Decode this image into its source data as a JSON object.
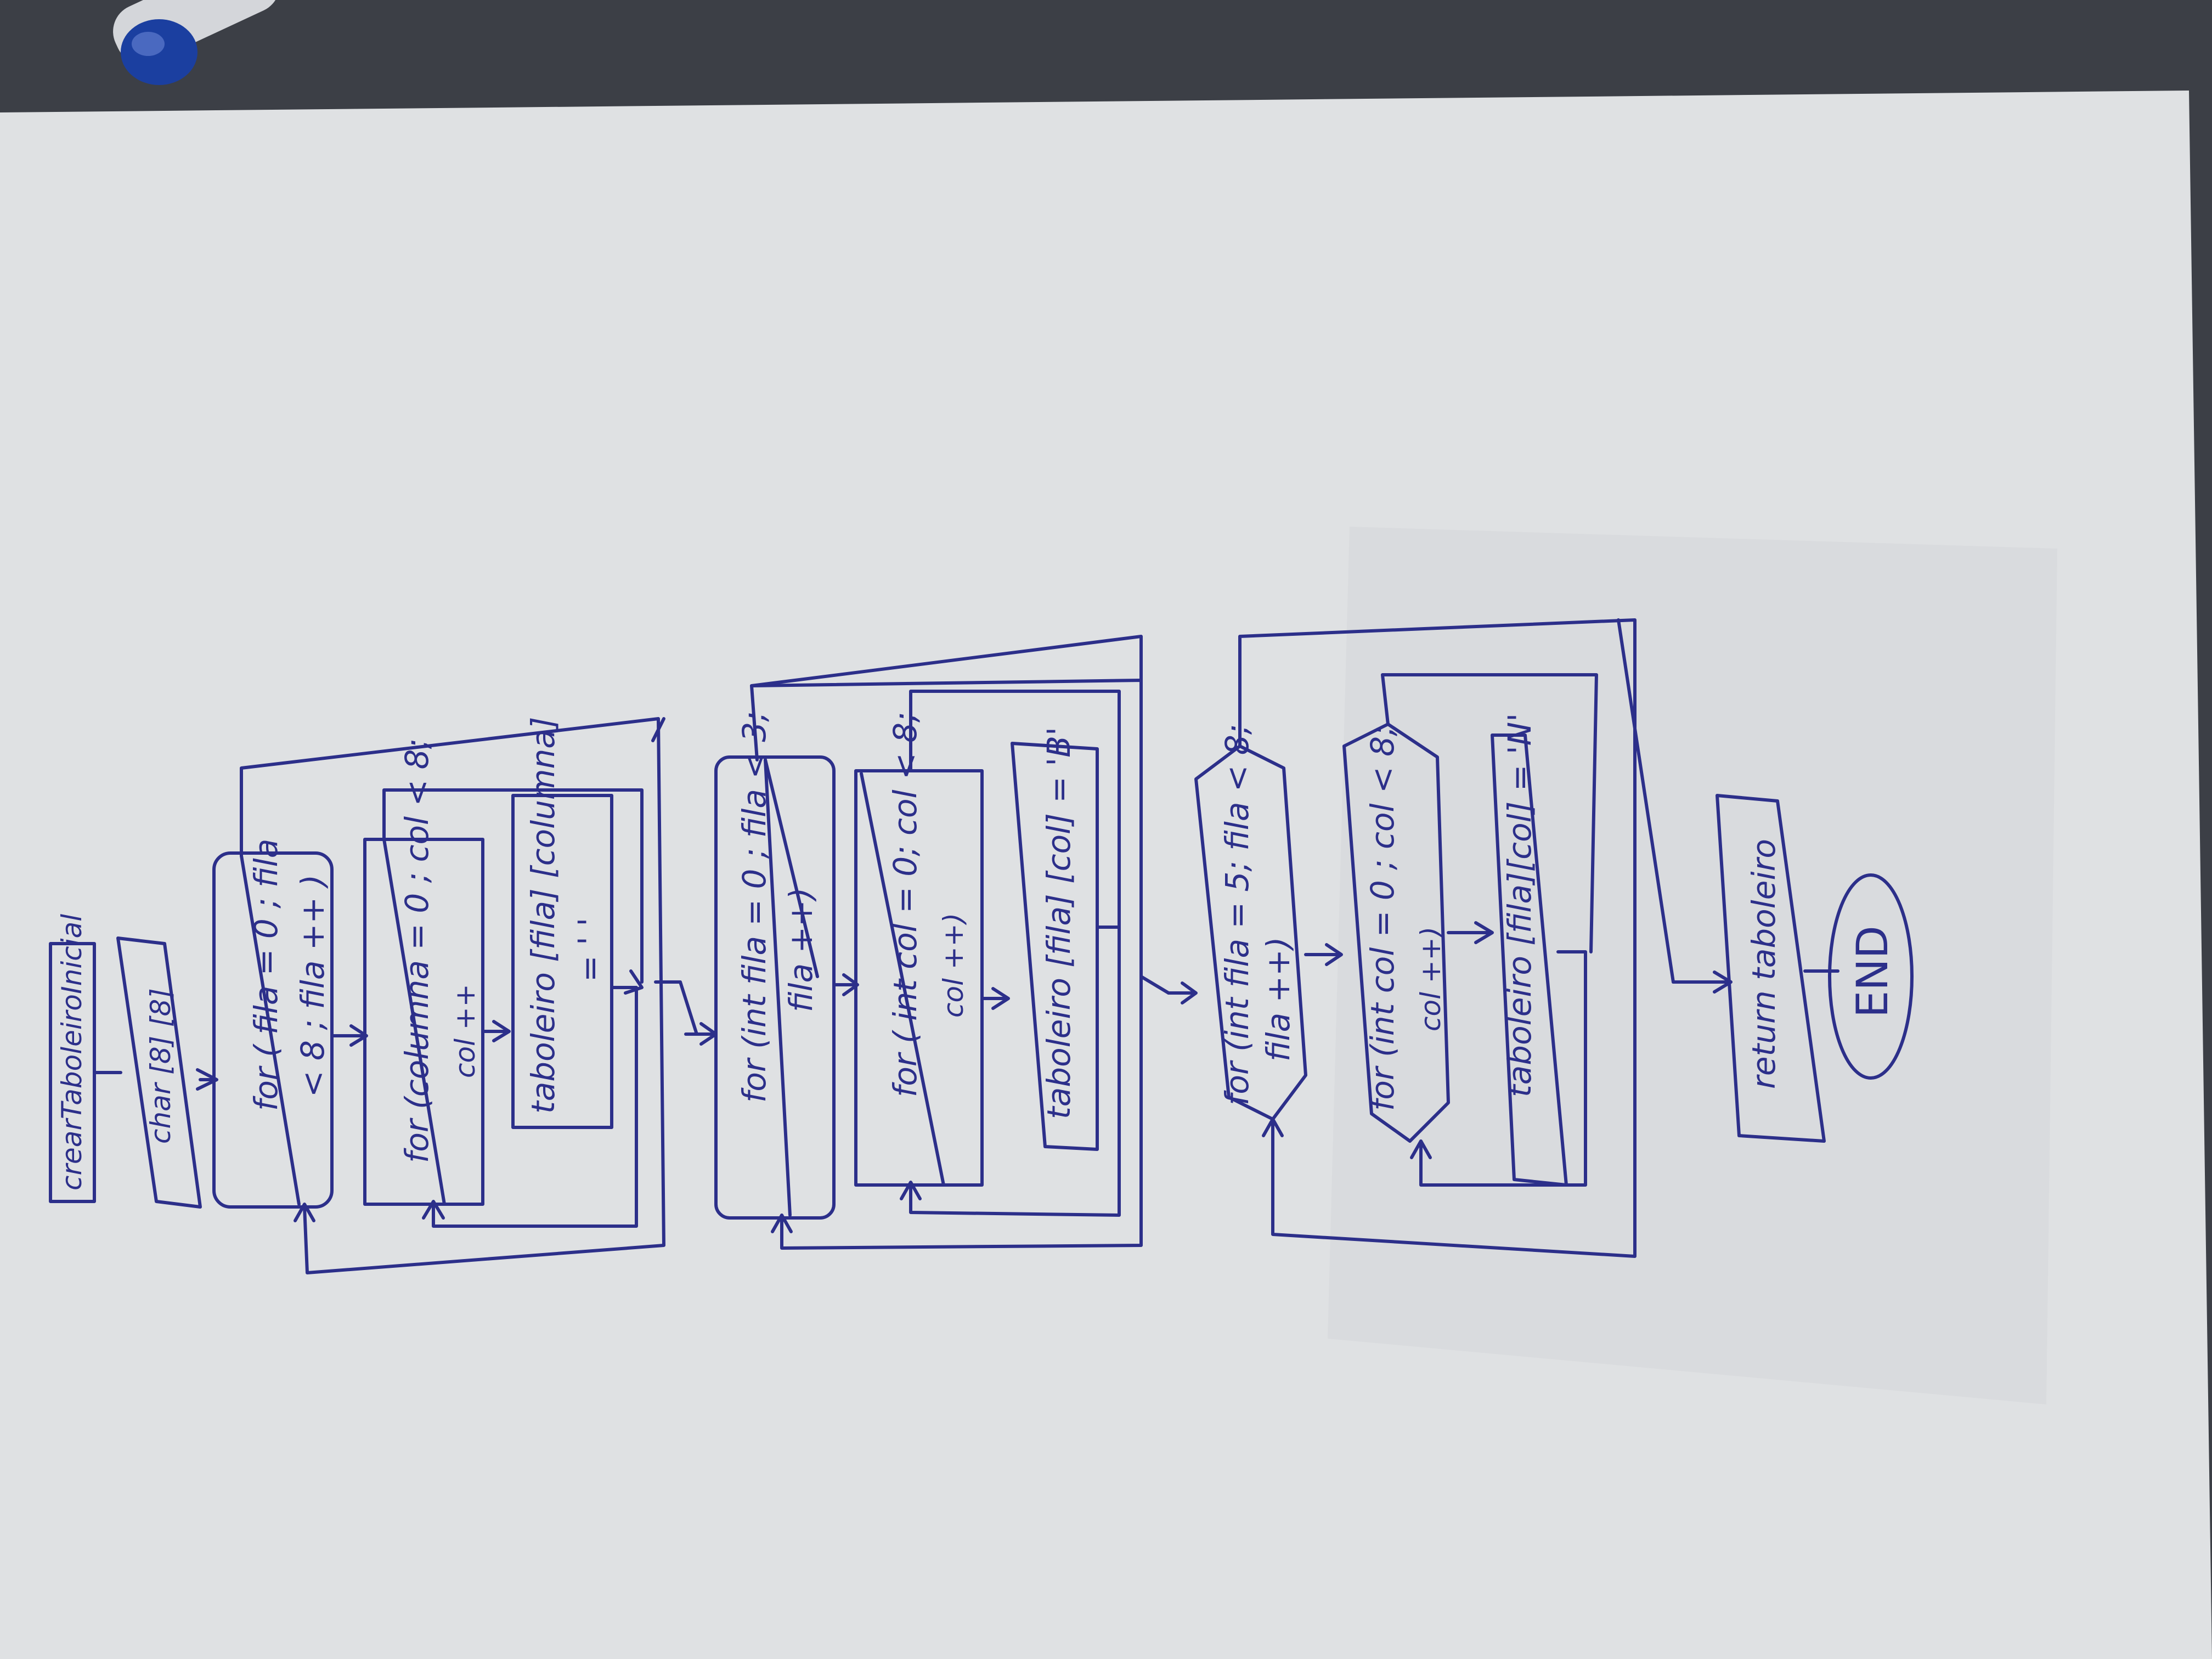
{
  "diagram": {
    "start": "crearTaboleiroInicial",
    "declare": "char [8] [8]",
    "loop1": {
      "outer_line1": "for ( fila = 0 ; fila",
      "outer_line2": "< 8 ; fila ++ )",
      "inner_line1": "for (columna = 0 ; col < 8;",
      "inner_line2": "col ++",
      "body_line1": "taboleiro [fila] [columna]",
      "body_line2": "= ' '"
    },
    "loop2": {
      "outer_line1": "for (int fila = 0 ; fila < 3;",
      "outer_line2": "fila ++)",
      "inner_line1": "for ( int col = 0; col < 8;",
      "inner_line2": "col ++)",
      "body": "taboleiro [fila] [col] = 'B'"
    },
    "loop3": {
      "outer_line1": "for (int fila = 5; fila < 8;",
      "outer_line2": "fila ++)",
      "inner_line1": "for (int col = 0 ; col < 8;",
      "inner_line2": "col ++)",
      "body": "taboleiro [fila][col] = 'N'"
    },
    "return": "return taboleiro",
    "end": "END"
  },
  "colors": {
    "ink": "#2c2f8a",
    "paper": "#dfe1e3",
    "background": "#3c3f46",
    "pen": "#1b3fa0"
  },
  "icons": [
    "pen-icon"
  ]
}
